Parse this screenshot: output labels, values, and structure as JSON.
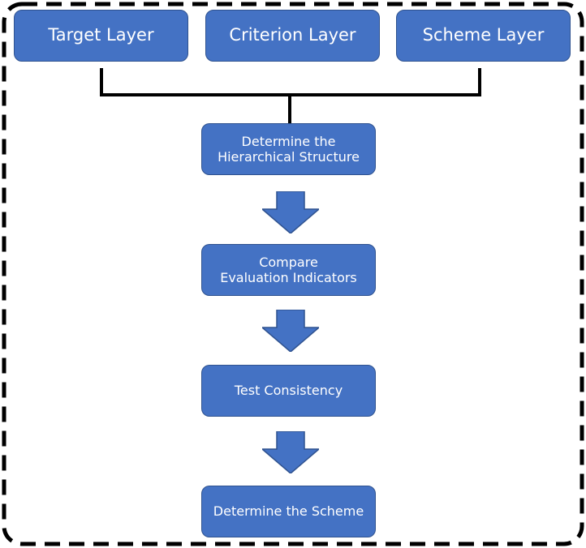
{
  "layers": [
    {
      "id": "target",
      "label": "Target Layer"
    },
    {
      "id": "criterion",
      "label": "Criterion Layer"
    },
    {
      "id": "scheme",
      "label": "Scheme Layer"
    }
  ],
  "steps": [
    {
      "id": "hierarchy",
      "label": "Determine the\nHierarchical Structure"
    },
    {
      "id": "compare",
      "label": "Compare\nEvaluation Indicators"
    },
    {
      "id": "consistency",
      "label": "Test Consistency"
    },
    {
      "id": "determine",
      "label": "Determine the Scheme"
    }
  ],
  "colors": {
    "box_fill": "#4472c4",
    "box_border": "#2f528f",
    "connector": "#000000",
    "frame_border": "#000000"
  }
}
